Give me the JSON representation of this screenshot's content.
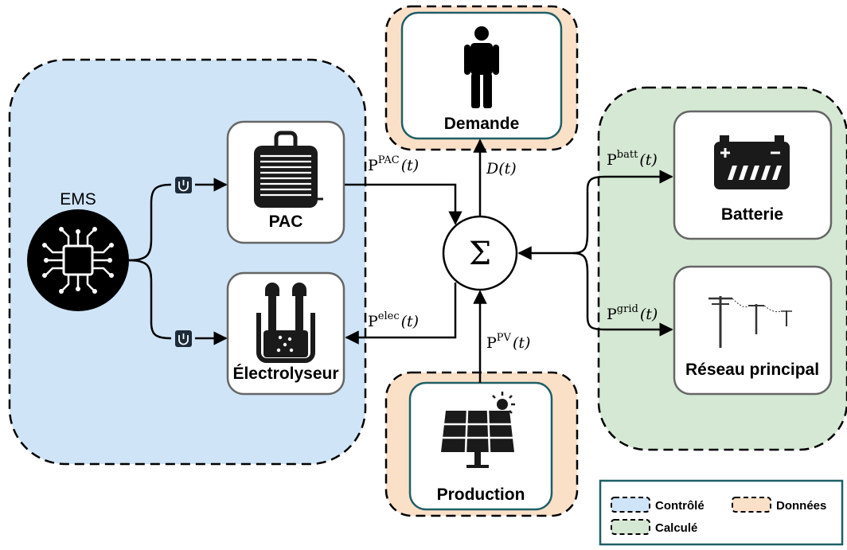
{
  "ems": {
    "label": "EMS"
  },
  "components": {
    "pac": {
      "label": "PAC"
    },
    "electrolyseur": {
      "label": "Électrolyseur"
    },
    "demande": {
      "label": "Demande"
    },
    "production": {
      "label": "Production"
    },
    "batterie": {
      "label": "Batterie"
    },
    "reseau": {
      "label": "Réseau principal"
    }
  },
  "hub": {
    "symbol": "Σ"
  },
  "signals": {
    "p_pac": {
      "base": "P",
      "sup": "PAC",
      "arg": "(t)"
    },
    "p_elec": {
      "base": "P",
      "sup": "elec",
      "arg": "(t)"
    },
    "p_pv": {
      "base": "P",
      "sup": "PV",
      "arg": "(t)"
    },
    "demand": {
      "base": "D",
      "arg": "(t)"
    },
    "p_batt": {
      "base": "P",
      "sup": "batt",
      "arg": "(t)"
    },
    "p_grid": {
      "base": "P",
      "sup": "grid",
      "arg": "(t)"
    }
  },
  "legend": {
    "items": [
      {
        "label": "Contrôlé",
        "color": "#cfe4f7"
      },
      {
        "label": "Données",
        "color": "#fbe0c8"
      },
      {
        "label": "Calculé",
        "color": "#d5e8d4"
      }
    ]
  },
  "colors": {
    "controlled": "#cfe4f7",
    "data": "#fbe0c8",
    "computed": "#d5e8d4",
    "inner_border_teal": "#1f5f66",
    "inner_border_grey": "#666666",
    "chip_bg": "#1d2b3a"
  }
}
